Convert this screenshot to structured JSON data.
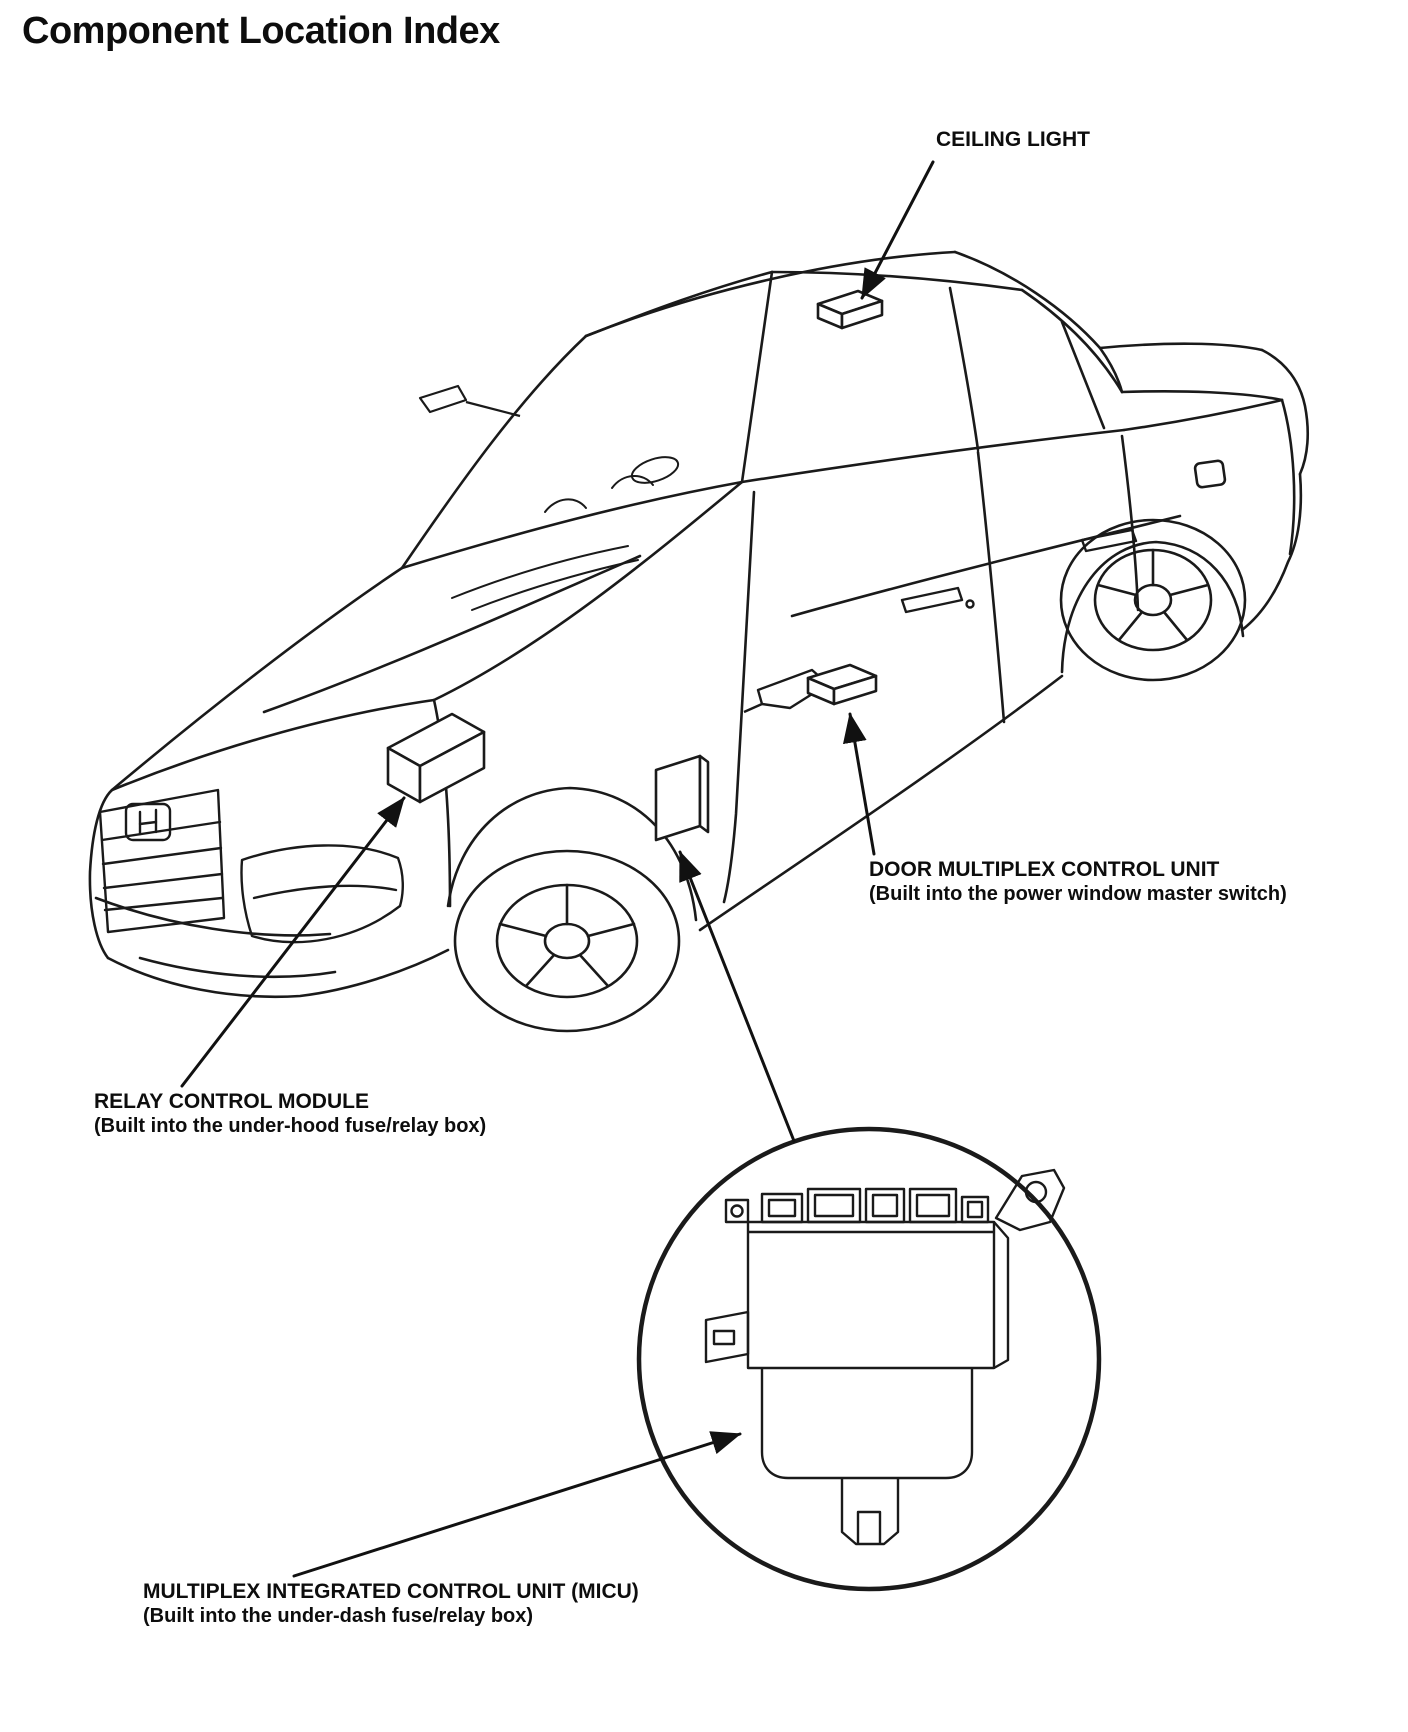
{
  "page": {
    "title": "Component Location Index"
  },
  "callouts": {
    "ceiling_light": {
      "label": "CEILING LIGHT"
    },
    "door_multiplex": {
      "label": "DOOR MULTIPLEX CONTROL UNIT",
      "note": "(Built into the power window master switch)"
    },
    "relay_control": {
      "label": "RELAY CONTROL MODULE",
      "note": "(Built into the under-hood fuse/relay box)"
    },
    "micu": {
      "label": "MULTIPLEX INTEGRATED CONTROL UNIT (MICU)",
      "note": "(Built into the under-dash fuse/relay box)"
    }
  },
  "diagram": {
    "subject": "4-door sedan, front three-quarter line drawing",
    "inset_subject": "multiplex integrated control unit shown magnified in circular detail",
    "line_color": "#1a1a1a",
    "background_color": "#ffffff"
  }
}
